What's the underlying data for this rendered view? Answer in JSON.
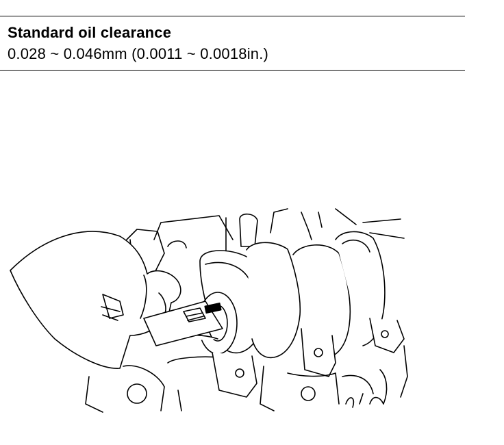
{
  "spec": {
    "title": "Standard oil clearance",
    "value": "0.028 ~ 0.046mm (0.0011 ~ 0.0018in.)"
  },
  "figure": {
    "icon": "plastigage-measurement-illustration",
    "line_color": "#000000",
    "fill_color": "#ffffff"
  }
}
